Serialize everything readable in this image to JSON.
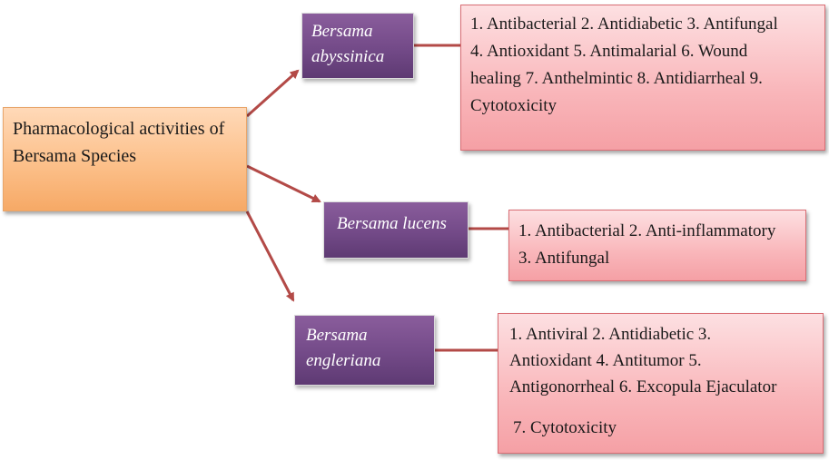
{
  "root": {
    "line1": "Pharmacological activities of",
    "line2": "Bersama Species"
  },
  "species": [
    {
      "name_line1": "Bersama",
      "name_line2": "abyssinica",
      "activities": [
        "1. Antibacterial 2. Antidiabetic   3. Antifungal",
        "4. Antioxidant   5. Antimalarial 6. Wound",
        "healing 7. Anthelmintic   8. Antidiarrheal 9.",
        "Cytotoxicity"
      ]
    },
    {
      "name_line1": "Bersama lucens",
      "activities": [
        "1. Antibacterial 2. Anti-inflammatory",
        "3. Antifungal"
      ]
    },
    {
      "name_line1": "Bersama",
      "name_line2": "engleriana",
      "activities": [
        "1. Antiviral   2. Antidiabetic   3.",
        "Antioxidant   4. Antitumor  5.",
        "Antigonorrheal 6. Excopula Ejaculator",
        "7. Cytotoxicity"
      ]
    }
  ],
  "colors": {
    "root_fill": "#fcc08a",
    "species_fill": "#734a88",
    "list_fill": "#f9b6ba",
    "arrow": "#b34a47"
  }
}
